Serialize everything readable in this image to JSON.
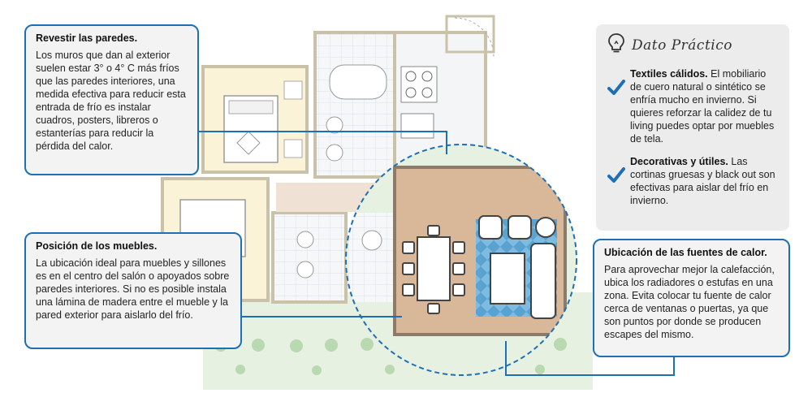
{
  "callouts": {
    "paredes": {
      "title": "Revestir las paredes.",
      "body": "Los muros que dan al exterior suelen estar 3° o 4°  C más fríos que las paredes interiores, una medida efectiva para reducir esta entrada de frío es instalar cuadros, posters, libreros o estanterías para reducir la pérdida del calor."
    },
    "muebles": {
      "title": "Posición de los muebles.",
      "body": "La ubicación ideal para muebles y sillones es en el centro del salón o apoyados sobre paredes interiores. Si no es posible instala una lámina de madera entre el mueble y la pared exterior para aislarlo del frío."
    },
    "fuentes": {
      "title": "Ubicación de las fuentes de calor.",
      "body": "Para aprovechar mejor la calefacción, ubica los radiadores o estufas en una zona. Evita colocar tu fuente de calor cerca de ventanas o puertas, ya que son puntos por donde se producen escapes del mismo."
    }
  },
  "dato": {
    "title": "Dato Práctico",
    "tips": [
      {
        "bold": "Textiles cálidos.",
        "text": "El mobiliario de cuero natural o sintético se enfría mucho en invierno. Si quieres reforzar la calidez de tu living puedes optar por muebles de tela."
      },
      {
        "bold": "Decorativas y útiles.",
        "text": "Las cortinas gruesas y black out son efectivas para aislar del frío en invierno."
      }
    ]
  },
  "colors": {
    "accent": "#1f6fb5",
    "callout_bg": "#f3f3f3",
    "dato_bg": "#ececec",
    "floor_wood": "#d9b89a",
    "bedroom_floor": "#faf3d8",
    "bathroom_floor": "#dfe8ee",
    "rug": "#5aa2cf",
    "garden": "#e3f0de"
  },
  "icons": {
    "dato": "lightbulb-icon",
    "tip": "checkmark-icon"
  }
}
